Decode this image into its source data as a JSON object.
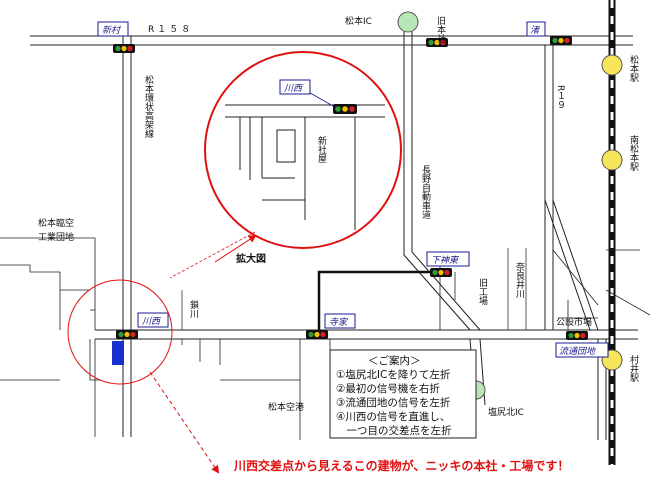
{
  "intersections": {
    "shinmura": "新村",
    "nagisa": "渚",
    "kawanishi": "川西",
    "kawanishi_zoom": "川西",
    "shimokanbayashi_higashi": "下神東",
    "teraie": "寺家",
    "ryutsu_danchi": "流通団地"
  },
  "labels": {
    "r158": "R１５８",
    "matsumoto_ic": "松本IC",
    "kyu_honsha": "旧本社",
    "r19": "R１９",
    "matsumoto_eki": "松本駅",
    "minami_matsumoto_eki": "南松本駅",
    "murai_eki": "村井駅",
    "kanjo_kouka": "松本環状高架線",
    "nagano_expressway": "長野自動車道",
    "naraigawa": "奈良井川",
    "kyu_kojo": "旧工場",
    "kouseki_shijo": "公設市場",
    "airport_industrial": "松本臨空工業団地",
    "suzukawa": "鎖川",
    "matsumoto_airport": "松本空港",
    "shiojiri_kita_ic": "塩尻北IC",
    "shin_shaoku": "新社屋",
    "kakudaizu": "拡大図"
  },
  "guide": {
    "title": "＜ご案内＞",
    "steps": [
      "①塩尻北ICを降りて左折",
      "②最初の信号機を右折",
      "③流通団地の信号を左折",
      "④川西の信号を直進し、",
      "　一つ目の交差点を左折"
    ]
  },
  "note": "川西交差点から見えるこの建物が、ニッキの本社・工場です！",
  "colors": {
    "accent_red": "#e01010",
    "building_blue": "#1a2fd0",
    "label_box": "#1a1a8c",
    "signal_green": "#2e9d3a",
    "signal_yellow": "#f2c200",
    "signal_red": "#d42020",
    "station_yellow": "#f7e65a",
    "ic_green": "#b9e6b9"
  }
}
